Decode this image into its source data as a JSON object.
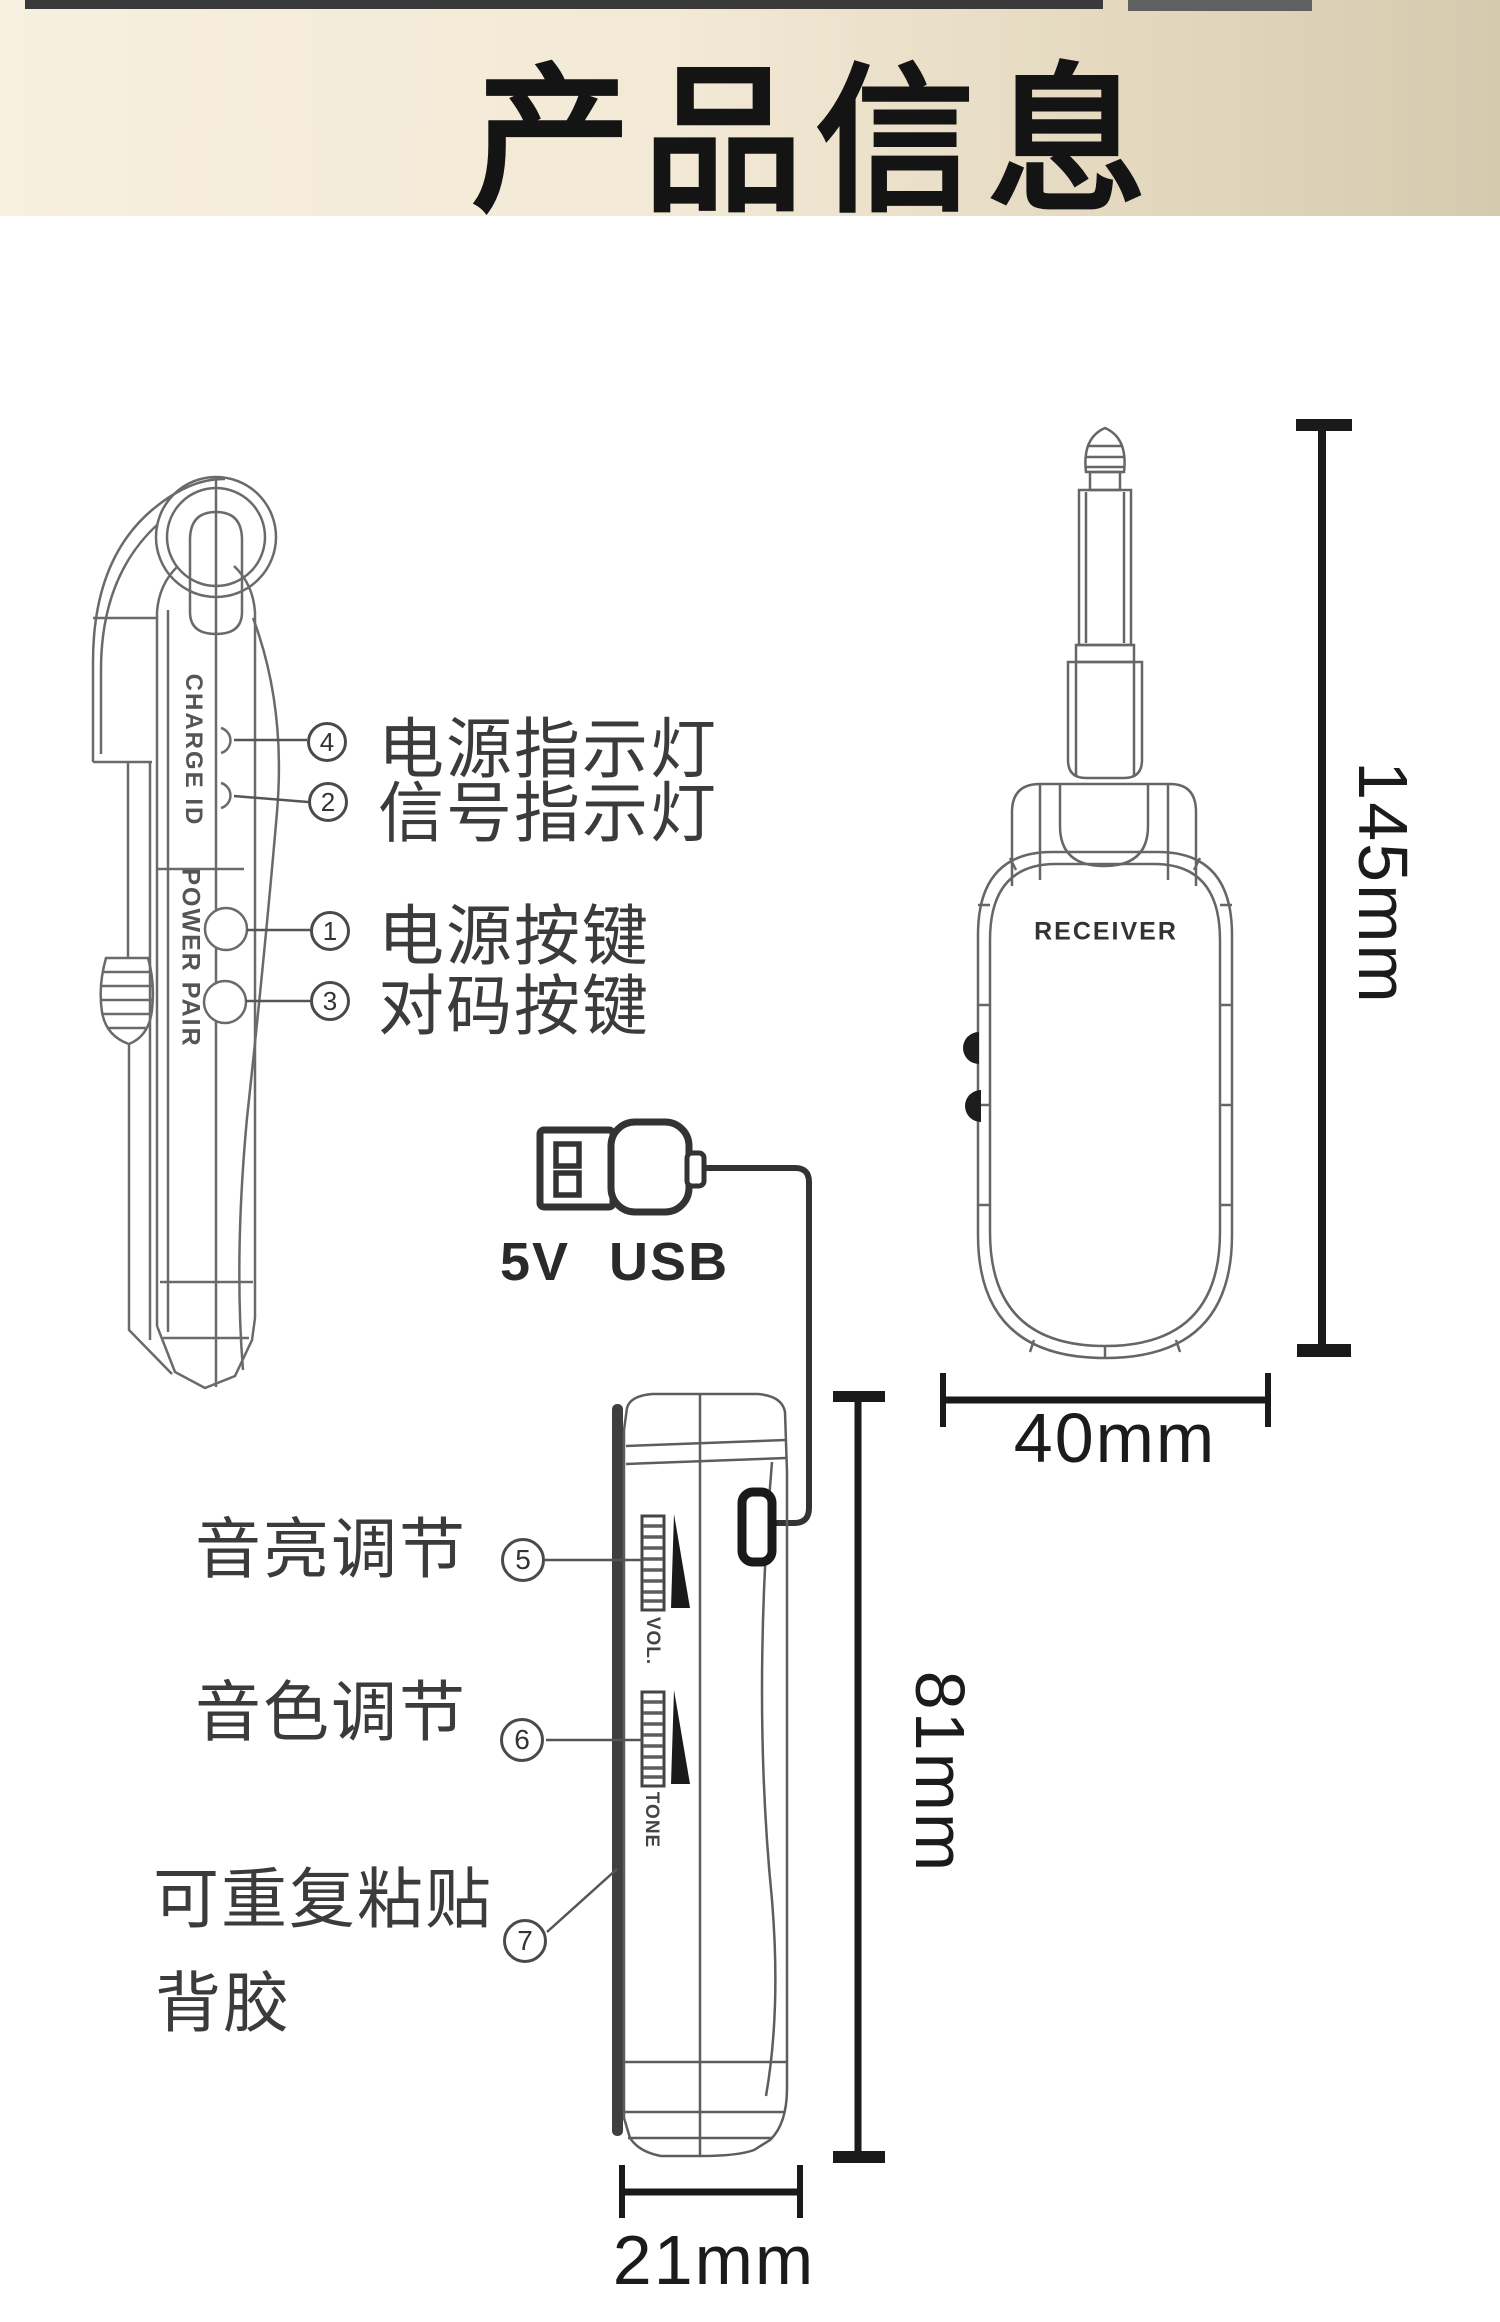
{
  "header": {
    "title": "产品信息"
  },
  "transmitter": {
    "panel_top_label": "CHARGE ID",
    "panel_bottom_label": "POWER PAIR",
    "callouts": [
      {
        "num": "4",
        "label": "电源指示灯"
      },
      {
        "num": "2",
        "label": "信号指示灯"
      },
      {
        "num": "1",
        "label": "电源按键"
      },
      {
        "num": "3",
        "label": "对码按键"
      }
    ]
  },
  "receiver": {
    "body_label": "RECEIVER",
    "height_dim": "145mm",
    "width_dim": "40mm"
  },
  "charger": {
    "label": "5V USB"
  },
  "bodypack": {
    "vol_label": "VOL.",
    "tone_label": "TONE",
    "callouts": [
      {
        "num": "5",
        "label": "音亮调节"
      },
      {
        "num": "6",
        "label": "音色调节"
      },
      {
        "num": "7",
        "label": "可重复粘贴",
        "label_line2": "背胶"
      }
    ],
    "height_dim": "81mm",
    "width_dim": "21mm"
  },
  "colors": {
    "banner_left": "#f7efdf",
    "banner_right": "#d5c9ae",
    "line_art": "#6a6a6a",
    "dimension": "#1a1a1a",
    "label_text": "#3b3b3b"
  }
}
